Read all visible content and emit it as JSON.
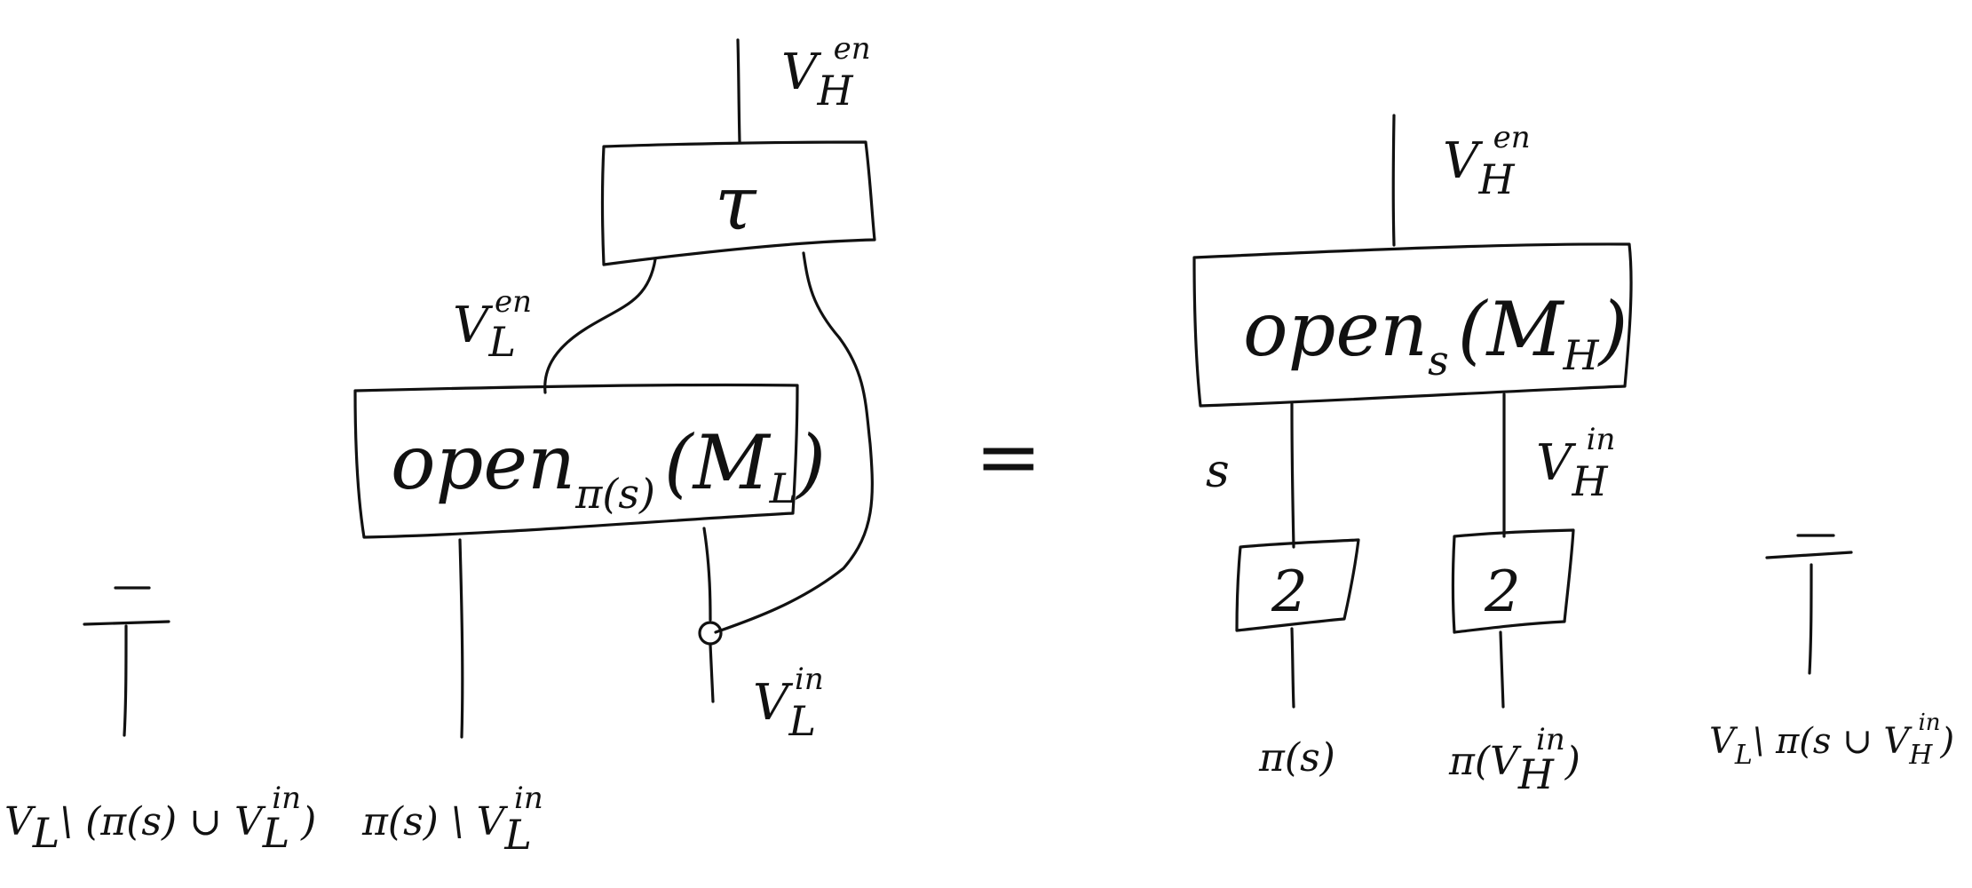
{
  "left": {
    "top_box_label": "τ",
    "top_wire_label": {
      "base": "V",
      "sub": "H",
      "sup": "en"
    },
    "middle_wire_label": {
      "base": "V",
      "sub": "L",
      "sup": "en"
    },
    "open_box": {
      "base": "open",
      "subscript": "π(s)",
      "argument": "(M",
      "argument_sub": "L",
      "argument_close": ")"
    },
    "input_wire_label": {
      "base": "V",
      "sub": "L",
      "sup": "in"
    },
    "bottom_left_label": "π(s) \\ V",
    "bottom_left_label_sub": "L",
    "bottom_left_label_sup": "in",
    "far_left_label": "V",
    "far_left_label_sub": "L",
    "far_left_label_rest": "\\ (π(s) ∪ V",
    "far_left_label_rest_sub": "L",
    "far_left_label_rest_sup": "in",
    "far_left_label_close": ")"
  },
  "equals": "=",
  "right": {
    "top_wire_label": {
      "base": "V",
      "sub": "H",
      "sup": "en"
    },
    "open_box": {
      "base": "open",
      "subscript": "s",
      "argument": "(M",
      "argument_sub": "H",
      "argument_close": ")"
    },
    "left_wire_label": "s",
    "right_wire_label": {
      "base": "V",
      "sub": "H",
      "sup": "in"
    },
    "left_small_box_label": "2",
    "right_small_box_label": "2",
    "bottom_left_label": "π(s)",
    "bottom_right_label": "π(V",
    "bottom_right_label_sub": "H",
    "bottom_right_label_sup": "in",
    "bottom_right_label_close": ")",
    "far_right_label": "V",
    "far_right_label_sub": "L",
    "far_right_label_rest": "\\ π(s ∪ V",
    "far_right_label_rest_sub": "H",
    "far_right_label_rest_sup": "in",
    "far_right_label_close": ")"
  }
}
